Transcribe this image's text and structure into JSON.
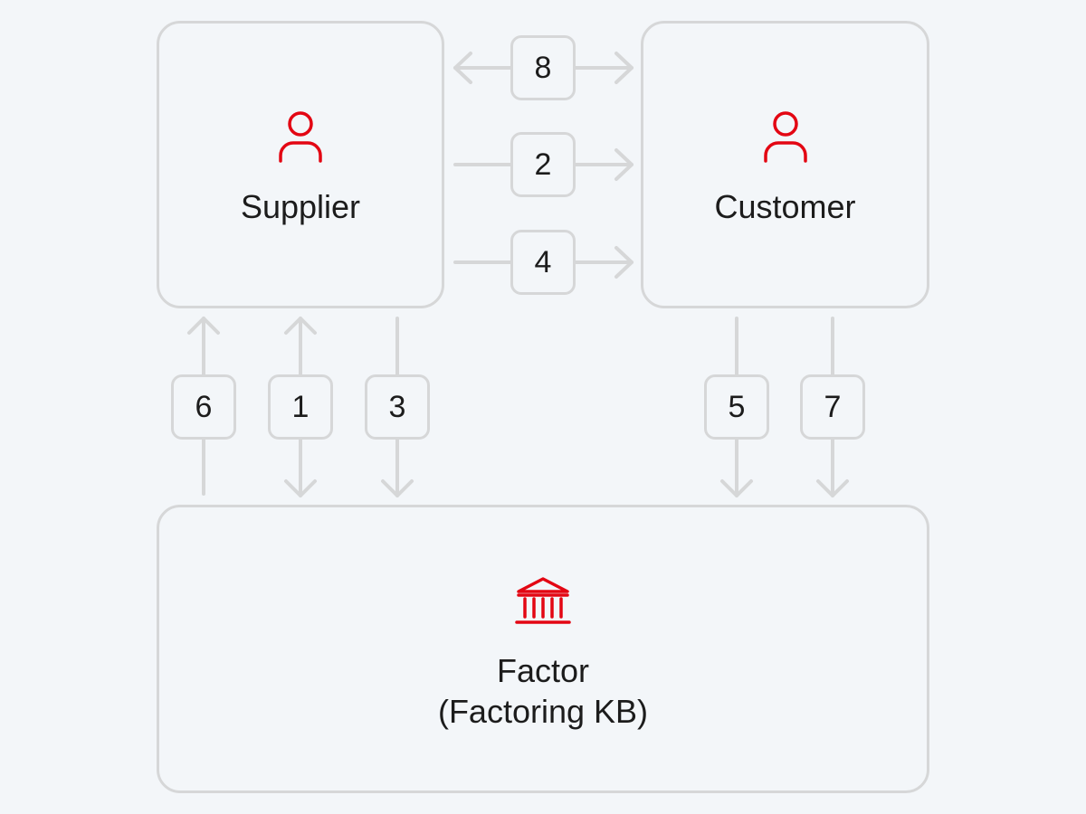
{
  "accent_color": "#e30613",
  "border_color": "#d6d7d8",
  "background_color": "#f3f6f9",
  "nodes": {
    "supplier": {
      "label": "Supplier",
      "icon": "person-icon"
    },
    "customer": {
      "label": "Customer",
      "icon": "person-icon"
    },
    "factor": {
      "label_line1": "Factor",
      "label_line2": "(Factoring KB)",
      "icon": "bank-icon"
    }
  },
  "flows": [
    {
      "id": "8",
      "from": "supplier",
      "to": "customer",
      "direction": "both"
    },
    {
      "id": "2",
      "from": "supplier",
      "to": "customer",
      "direction": "forward"
    },
    {
      "id": "4",
      "from": "supplier",
      "to": "customer",
      "direction": "forward"
    },
    {
      "id": "6",
      "from": "factor",
      "to": "supplier",
      "direction": "forward"
    },
    {
      "id": "1",
      "from": "supplier",
      "to": "factor",
      "direction": "both"
    },
    {
      "id": "3",
      "from": "supplier",
      "to": "factor",
      "direction": "forward"
    },
    {
      "id": "5",
      "from": "customer",
      "to": "factor",
      "direction": "forward"
    },
    {
      "id": "7",
      "from": "customer",
      "to": "factor",
      "direction": "forward"
    }
  ]
}
